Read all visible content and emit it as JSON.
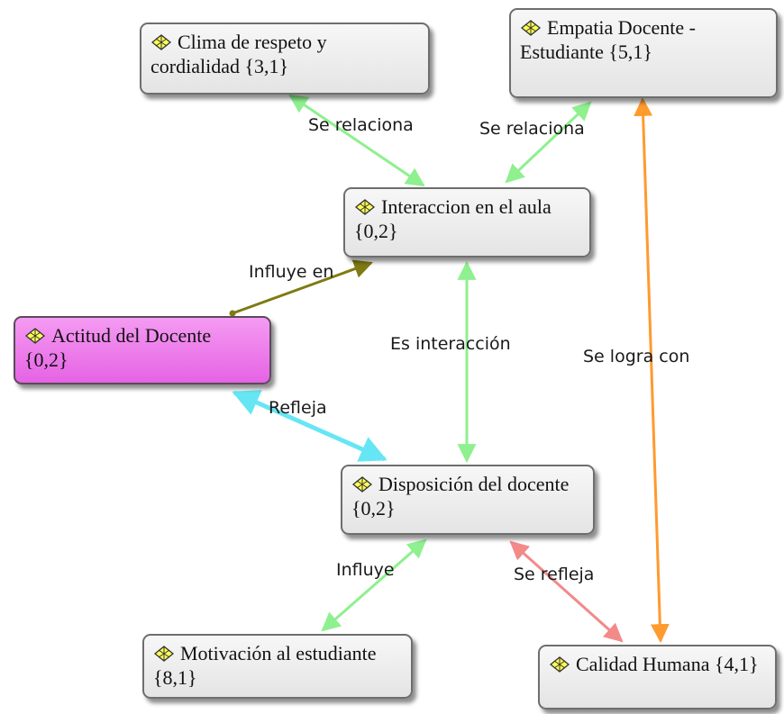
{
  "nodes": {
    "clima": {
      "label": "Clima de respeto y cordialidad {3,1}",
      "icon": "concept-icon"
    },
    "empatia": {
      "label": "Empatia Docente - Estudiante {5,1}",
      "icon": "concept-icon"
    },
    "interaccion": {
      "label": "Interaccion en el aula {0,2}",
      "icon": "concept-icon"
    },
    "actitud": {
      "label": "Actitud del Docente {0,2}",
      "icon": "concept-icon"
    },
    "disposicion": {
      "label": "Disposición del docente {0,2}",
      "icon": "concept-icon"
    },
    "motivacion": {
      "label": "Motivación al estudiante {8,1}",
      "icon": "concept-icon"
    },
    "calidad": {
      "label": "Calidad Humana {4,1}",
      "icon": "concept-icon"
    }
  },
  "edges": {
    "clima_interaccion": {
      "label": "Se relaciona",
      "color": "#8ef08e"
    },
    "empatia_interaccion": {
      "label": "Se relaciona",
      "color": "#8ef08e"
    },
    "actitud_interaccion": {
      "label": "Influye en",
      "color": "#7f7a12"
    },
    "interaccion_disposicion": {
      "label": "Es interacción",
      "color": "#8ef08e"
    },
    "empatia_calidad": {
      "label": "Se logra con",
      "color": "#ff9a2e"
    },
    "actitud_disposicion": {
      "label": "Refleja",
      "color": "#66e6f4"
    },
    "disposicion_motivacion": {
      "label": "Influye",
      "color": "#8ef08e"
    },
    "disposicion_calidad": {
      "label": "Se refleja",
      "color": "#f28a8a"
    }
  },
  "colors": {
    "node_fill": "#ececec",
    "accent_node_fill": "#ee7aed",
    "icon_fill": "#ffff55"
  }
}
